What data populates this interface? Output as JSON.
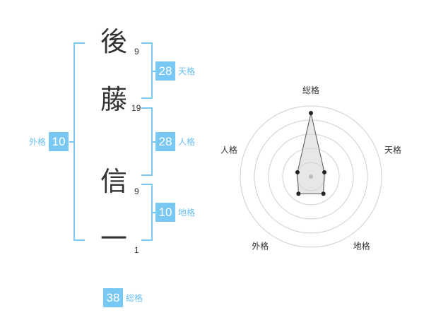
{
  "name": {
    "chars": [
      {
        "char": "後",
        "strokes": "9"
      },
      {
        "char": "藤",
        "strokes": "19"
      },
      {
        "char": "信",
        "strokes": "9"
      },
      {
        "char": "一",
        "strokes": "1"
      }
    ]
  },
  "kakusu": {
    "tenkaku": {
      "value": "28",
      "label": "天格"
    },
    "jinkaku": {
      "value": "28",
      "label": "人格"
    },
    "chikaku": {
      "value": "10",
      "label": "地格"
    },
    "gaikaku": {
      "value": "10",
      "label": "外格"
    },
    "soukaku": {
      "value": "38",
      "label": "総格"
    }
  },
  "radar": {
    "axes": [
      "総格",
      "天格",
      "地格",
      "外格",
      "人格"
    ],
    "levels": 5,
    "values": [
      4.5,
      1.0,
      1.5,
      1.5,
      1.0
    ],
    "colors": {
      "ring": "#cfcfcf",
      "fill": "#d7d7d7",
      "line": "#555555",
      "dot": "#222222",
      "center": "#bbbbbb"
    }
  }
}
